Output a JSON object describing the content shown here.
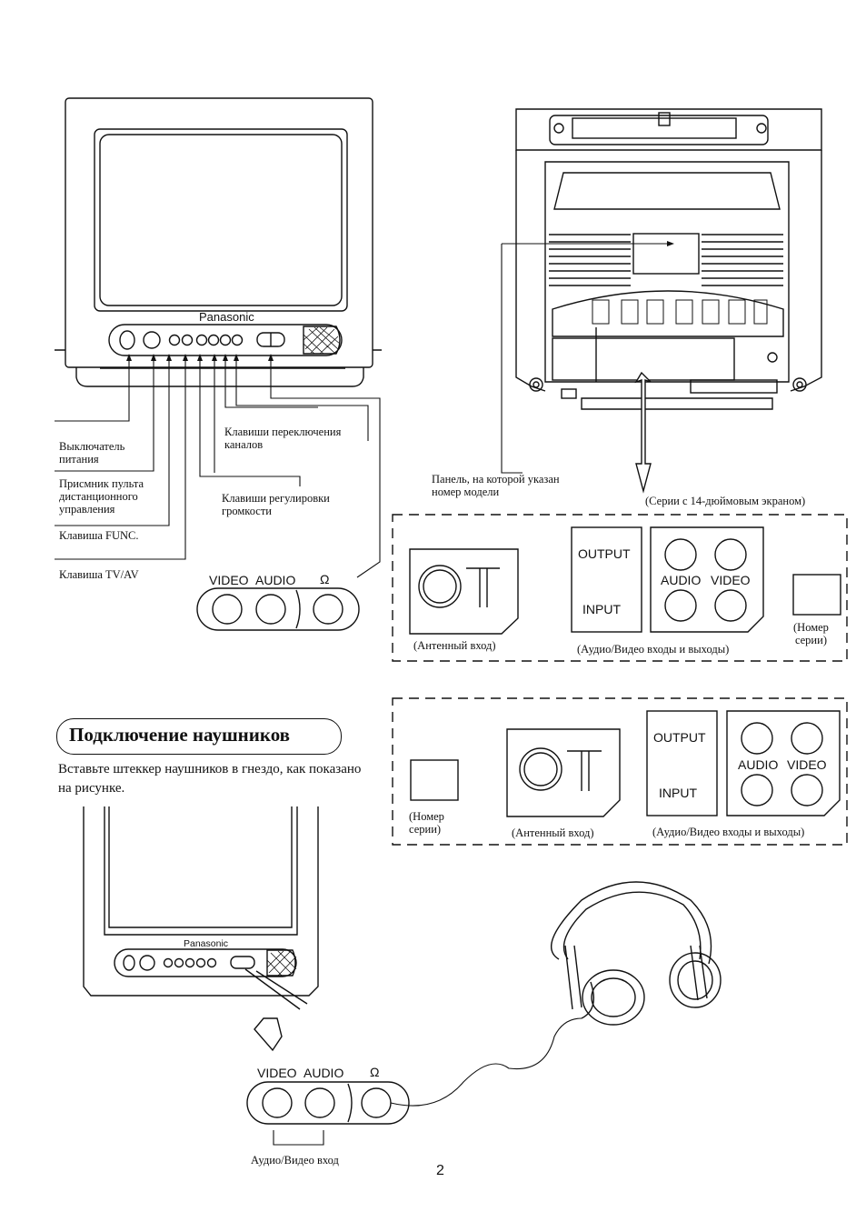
{
  "tv_front": {
    "brand": "Panasonic",
    "labels": {
      "power_switch": "Выключатель\nпитания",
      "remote_receiver": "Присмник пульта\nдистанционного\nуправления",
      "func_key": "Клавиша FUNC.",
      "tvav_key": "Клавиша TV/AV",
      "channel_keys": "Клавиши переключения\nканалов",
      "volume_keys": "Клавиши регулировки\nгромкости"
    },
    "jack_panel": {
      "video": "VIDEO",
      "audio": "AUDIO",
      "headphone": "Ω"
    }
  },
  "tv_back": {
    "model_panel_label": "Панель, на которой указан\nномер модели",
    "series_14": "(Серии с 14-дюймовым экраном)"
  },
  "connector_box_1": {
    "output": "OUTPUT",
    "input": "INPUT",
    "audio": "AUDIO",
    "video": "VIDEO",
    "antenna_caption": "(Антенный вход)",
    "av_caption": "(Аудио/Видео входы и выходы)",
    "serial_caption": "(Номер\nсерии)"
  },
  "connector_box_2": {
    "output": "OUTPUT",
    "input": "INPUT",
    "audio": "AUDIO",
    "video": "VIDEO",
    "antenna_caption": "(Антенный вход)",
    "av_caption": "(Аудио/Видео входы и выходы)",
    "serial_caption": "(Номер\nсерии)"
  },
  "headphones_section": {
    "title": "Подключение наушников",
    "instruction": "Вставьте штеккер наушников в гнездо, как показано на рисунке.",
    "brand": "Panasonic",
    "jack_panel": {
      "video": "VIDEO",
      "audio": "AUDIO",
      "headphone": "Ω"
    },
    "av_input_caption": "Аудио/Видео вход"
  },
  "page_number": "2"
}
